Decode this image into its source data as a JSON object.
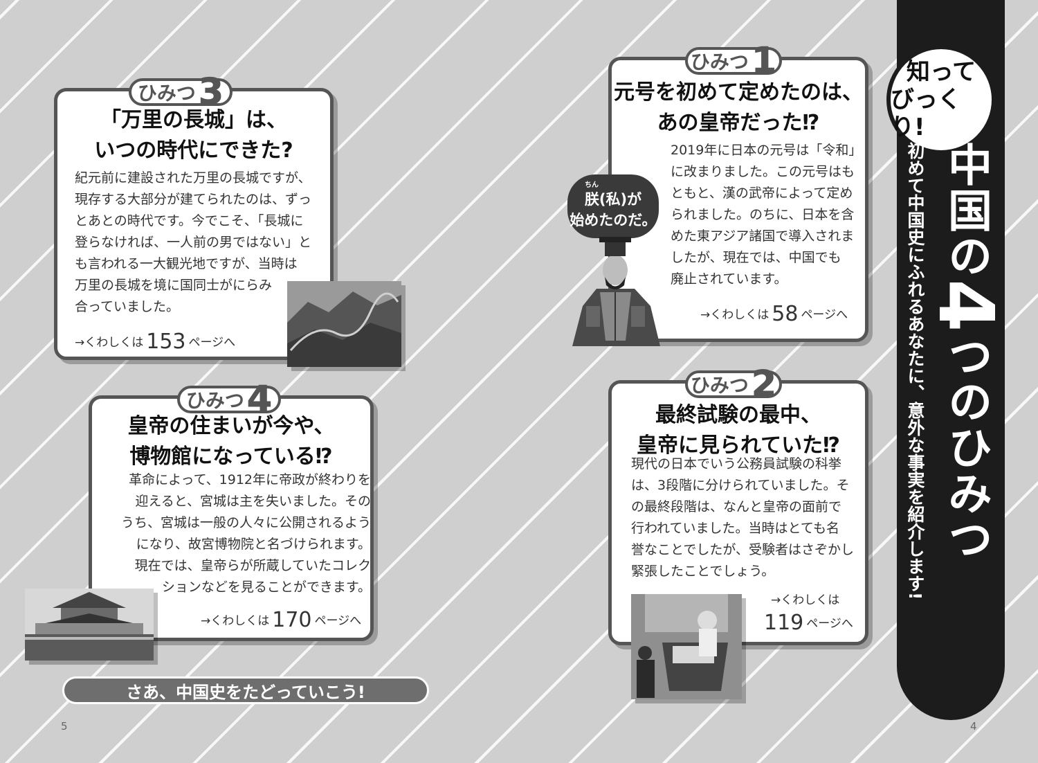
{
  "banner": {
    "badge_line1": "知って",
    "badge_line2": "びっくり!",
    "title_a": "中国の",
    "title_b": "4",
    "title_c": "つのひみつ",
    "subtitle": "初めて中国史にふれるあなたに、意外な事実を紹介します!"
  },
  "himitsu1": {
    "tab_label": "ひみつ",
    "tab_num": "1",
    "title": "元号を初めて定めたのは、\nあの皇帝だった⁉",
    "body": "2019年に日本の元号は「令和」\nに改まりました。この元号はも\nともと、漢の武帝によって定め\nられました。のちに、日本を含\nめた東アジア諸国で導入されま\nしたが、現在では、中国でも\n廃止されています。",
    "ref_prefix": "→くわしくは",
    "ref_page": "58",
    "ref_suffix": "ページへ",
    "bubble_ruby": "ちん",
    "bubble_line1": "朕(私)が",
    "bubble_line2": "始めたのだ。"
  },
  "himitsu2": {
    "tab_label": "ひみつ",
    "tab_num": "2",
    "title": "最終試験の最中、\n皇帝に見られていた⁉",
    "body": "現代の日本でいう公務員試験の科挙\nは、3段階に分けられていました。そ\nの最終段階は、なんと皇帝の面前で\n行われていました。当時はとても名\n誉なことでしたが、受験者はさぞかし\n緊張したことでしょう。",
    "ref_prefix": "→くわしくは",
    "ref_page": "119",
    "ref_suffix": "ページへ"
  },
  "himitsu3": {
    "tab_label": "ひみつ",
    "tab_num": "3",
    "title": "「万里の長城」は、\nいつの時代にできた?",
    "body": "紀元前に建設された万里の長城ですが、\n現存する大部分が建てられたのは、ずっ\nとあとの時代です。今でこそ、「長城に\n登らなければ、一人前の男ではない」と\nも言われる一大観光地ですが、当時は\n万里の長城を境に国同士がにらみ\n合っていました。",
    "ref_prefix": "→くわしくは",
    "ref_page": "153",
    "ref_suffix": "ページへ"
  },
  "himitsu4": {
    "tab_label": "ひみつ",
    "tab_num": "4",
    "title": "皇帝の住まいが今や、\n博物館になっている⁉",
    "body": "革命によって、1912年に帝政が終わりを\n迎えると、宮城は主を失いました。その\nうち、宮城は一般の人々に公開されるよう\nになり、故宮博物院と名づけられます。\n現在では、皇帝らが所蔵していたコレク\nションなどを見ることができます。",
    "ref_prefix": "→くわしくは",
    "ref_page": "170",
    "ref_suffix": "ページへ"
  },
  "footer": {
    "label": "さあ、中国史をたどっていこう!"
  },
  "page_numbers": {
    "left": "5",
    "right": "4"
  }
}
